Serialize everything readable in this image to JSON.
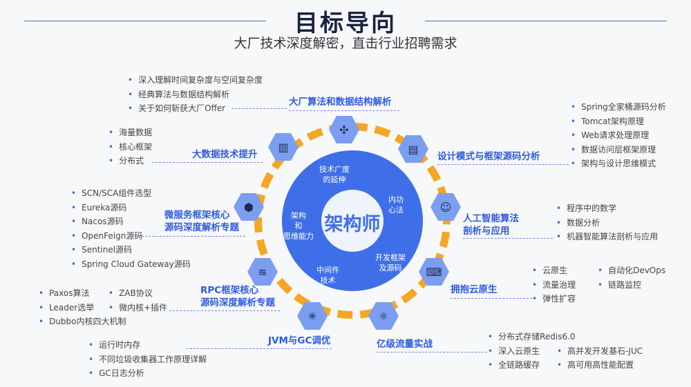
{
  "header": {
    "title": "目标导向",
    "subtitle": "大厂技术深度解密，直击行业招聘需求"
  },
  "center": {
    "label": "架构师",
    "segments": [
      "技术广度\n的延伸",
      "内功\n心法",
      "开发框架\n及源码",
      "中间件\n技术",
      "架构\n和\n思维能力"
    ]
  },
  "modules": {
    "algo": {
      "title": "大厂算法和数据结构解析",
      "items": [
        "深入理解时间复杂度与空间复杂度",
        "经典算法与数据结构解析",
        "关于如何斩获大厂Offer"
      ]
    },
    "design": {
      "title": "设计模式与框架源码分析",
      "items": [
        "Spring全家桶源码分析",
        "Tomcat架构原理",
        "Web请求处理原理",
        "数据访问层框架原理",
        "架构与设计思维模式"
      ]
    },
    "ai": {
      "title": "人工智能算法\n剖析与应用",
      "items": [
        "程序中的数学",
        "数据分析",
        "机器智能算法剖析与应用"
      ]
    },
    "cloud": {
      "title": "拥抱云原生",
      "items_col1": [
        "云原生",
        "流量治理",
        "弹性扩容"
      ],
      "items_col2": [
        "自动化DevOps",
        "链路监控"
      ]
    },
    "traffic": {
      "title": "亿级流量实战",
      "items_col1": [
        "分布式存储Redis6.0",
        "深入云原生",
        "全链路缓存"
      ],
      "items_col2": [
        "高并发开发基石-JUC",
        "高可用高性能配置"
      ]
    },
    "jvm": {
      "title": "JVM与GC调优",
      "items": [
        "运行时内存",
        "不同垃圾收集器工作原理详解",
        "GC日志分析"
      ]
    },
    "rpc": {
      "title": "RPC框架核心\n源码深度解析专题",
      "items_col1": [
        "Paxos算法",
        "Leader选举",
        "Dubbo内核四大机制"
      ],
      "items_col2": [
        "ZAB协议",
        "微内核+插件"
      ]
    },
    "micro": {
      "title": "微服务框架核心\n源码深度解析专题",
      "items": [
        "SCN/SCA组件选型",
        "Eureka源码",
        "Nacos源码",
        "OpenFeign源码",
        "Sentinel源码",
        "Spring Cloud Gateway源码"
      ]
    },
    "bigdata": {
      "title": "大数据技术提升",
      "items": [
        "海量数据",
        "核心框架",
        "分布式"
      ]
    }
  },
  "icons": [
    "network-icon",
    "chart-monitor-icon",
    "brain-bulb-icon",
    "code-monitor-icon",
    "atom-icon",
    "mesh-icon",
    "flow-icon",
    "cube-icon",
    "bar-chart-icon"
  ],
  "colors": {
    "accent": "#3f6fe8",
    "ring": "#f5a623",
    "hex": "#7c9ef0"
  }
}
